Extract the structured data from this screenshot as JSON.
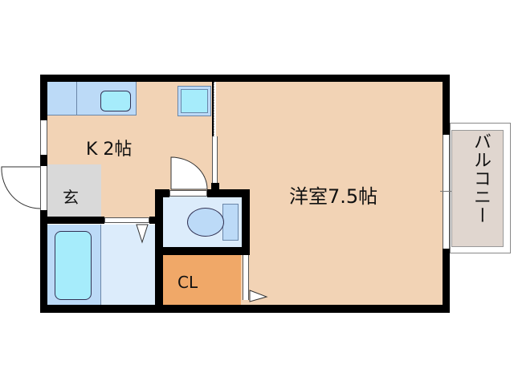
{
  "floorplan": {
    "rooms": {
      "kitchen": {
        "label": "K 2帖",
        "color": "#f2d3b5"
      },
      "western_room": {
        "label": "洋室7.5帖",
        "color": "#f2d3b5"
      },
      "entrance": {
        "label": "玄",
        "color": "#d9d9d9"
      },
      "closet": {
        "label": "CL",
        "color": "#f0a868"
      },
      "balcony": {
        "label": "バルコニー",
        "color": "#e0d6cf"
      },
      "bathroom": {
        "color": "#dcecfb"
      },
      "toilet": {
        "color": "#dcecfb"
      }
    },
    "colors": {
      "wall": "#000000",
      "fixture_blue": "#bcdaf7",
      "fixture_cyan": "#a6ecfb",
      "background": "#ffffff"
    },
    "icons": [
      "front-door-swing-icon",
      "kitchen-sink-icon",
      "stove-icon",
      "fridge-space-icon",
      "toilet-icon",
      "bathtub-icon",
      "door-swing-icon",
      "sliding-door-icon",
      "balcony-window-icon"
    ]
  }
}
